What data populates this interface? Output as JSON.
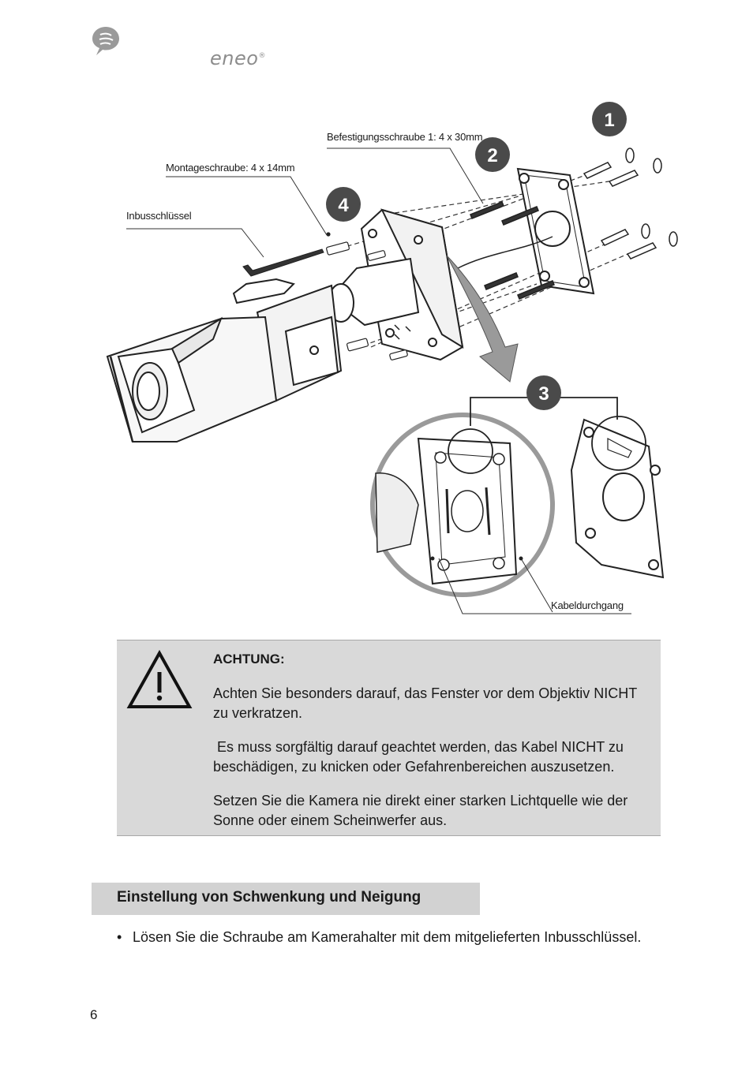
{
  "brand": {
    "name": "eneo",
    "trademark": "®"
  },
  "figure": {
    "labels": {
      "fixing_screw": "Befestigungsschraube 1: 4 x 30mm",
      "mounting_screw": "Montageschraube: 4 x 14mm",
      "allen_key": "Inbusschlüssel",
      "cable_passage": "Kabeldurchgang"
    },
    "badges": [
      "1",
      "2",
      "3",
      "4"
    ]
  },
  "warning": {
    "title": "ACHTUNG:",
    "paragraphs": [
      "Achten Sie besonders darauf, das Fenster vor dem Objektiv NICHT zu verkratzen.",
      " Es muss sorgfältig darauf geachtet werden, das Kabel NICHT zu beschädigen, zu knicken oder Gefahrenbereichen auszusetzen.",
      "Setzen Sie die Kamera nie direkt einer starken Lichtquelle wie der Sonne oder einem Scheinwerfer aus."
    ]
  },
  "section": {
    "title": "Einstellung von Schwenkung und Neigung",
    "bullets": [
      "Lösen Sie die Schraube am Kamerahalter mit dem mitgelieferten Inbusschlüssel."
    ]
  },
  "footer": {
    "page_number": "6"
  }
}
